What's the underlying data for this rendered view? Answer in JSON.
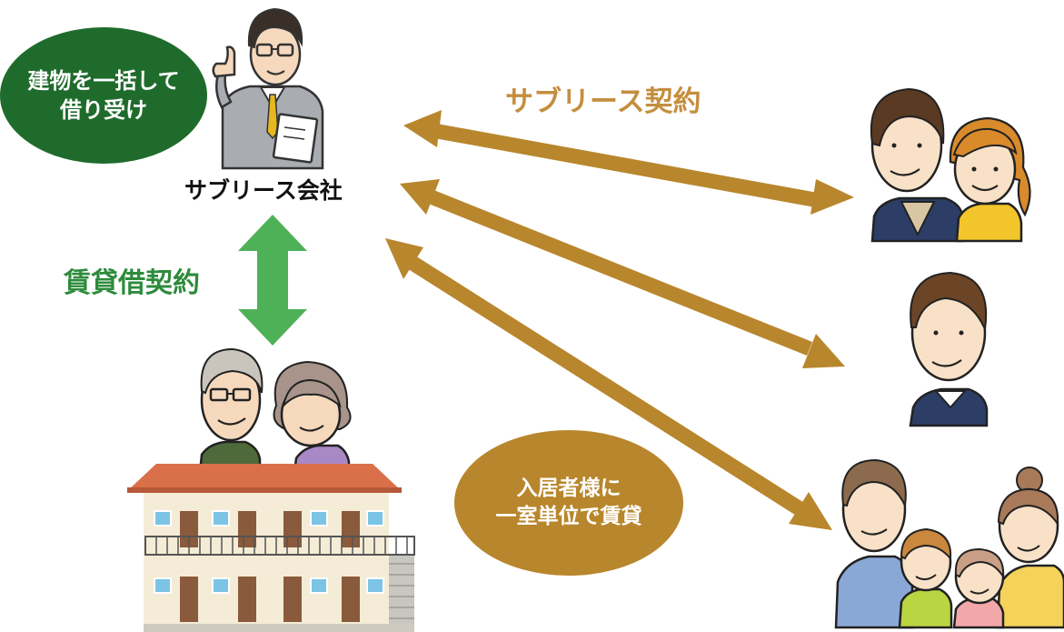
{
  "diagram": {
    "sublease_company": "サブリース会社",
    "sublease_contract": "サブリース契約",
    "lease_contract": "賃貸借契約",
    "bulk_lease_bubble": [
      "建物を一括して",
      "借り受け"
    ],
    "unit_lease_bubble": [
      "入居者様に",
      "一室単位で賃貸"
    ]
  },
  "colors": {
    "sublease_arrow": "#b8862c",
    "sublease_text": "#c48e3e",
    "lease_arrow": "#4fb157",
    "lease_text": "#2e8b3c",
    "green_bubble": "#1f6b2c",
    "gold_bubble": "#b8862c",
    "roof": "#d9704a",
    "wall": "#f4ecd6"
  },
  "icons": [
    "businessman-icon",
    "couple-icon",
    "young-man-icon",
    "family-icon",
    "elderly-owners-icon",
    "apartment-building-icon"
  ]
}
